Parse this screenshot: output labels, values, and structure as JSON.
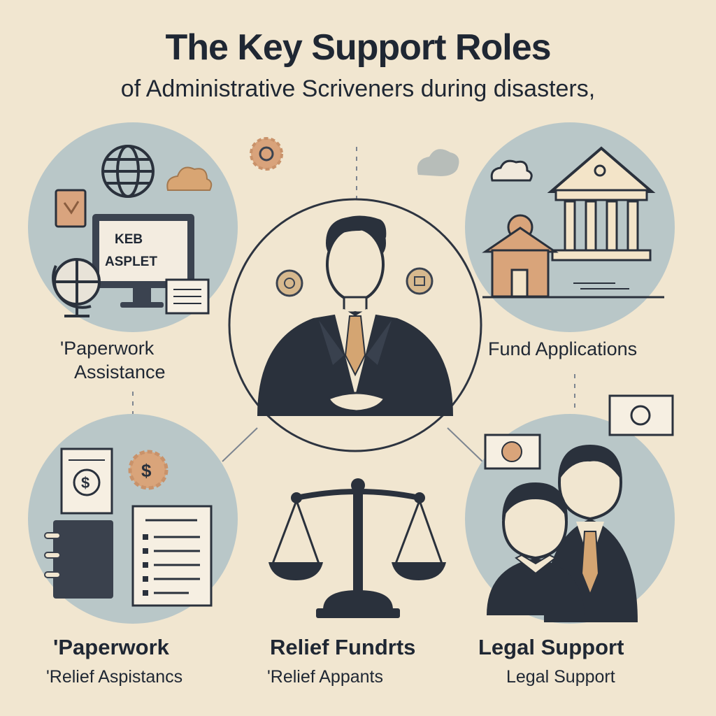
{
  "title": "The Key Support Roles",
  "subtitle": "of Administrative Scriveners   during disasters,",
  "monitor_text": [
    "KEB",
    "ASPLET"
  ],
  "labels": {
    "top_left": [
      "'Paperwork",
      "Assistance"
    ],
    "top_right": [
      "Fund Applications"
    ],
    "bottom_left": [
      "'Paperwork",
      "'Relief Aspistancs"
    ],
    "bottom_center": [
      "Relief Fundrts",
      "'Relief   Appants"
    ],
    "bottom_right": [
      "Legal Support",
      "Legal Support"
    ]
  },
  "icons": {
    "top_left": [
      "globe-icon",
      "monitor-icon",
      "globe-stand-icon",
      "document-icon",
      "cloud-icon",
      "note-icon"
    ],
    "top_right": [
      "government-building-icon",
      "house-icon",
      "cloud-icon"
    ],
    "center": [
      "businessman-icon",
      "coin-icon"
    ],
    "bottom_left": [
      "dollar-document-icon",
      "dollar-coin-icon",
      "notebook-icon",
      "checklist-icon"
    ],
    "bottom_center": [
      "balance-scale-icon"
    ],
    "bottom_right": [
      "people-icon",
      "coin-card-icon"
    ]
  },
  "colors": {
    "background": "#f1e6d0",
    "circle": "#b9c7c8",
    "dark": "#222833",
    "accent": "#d4a572"
  }
}
